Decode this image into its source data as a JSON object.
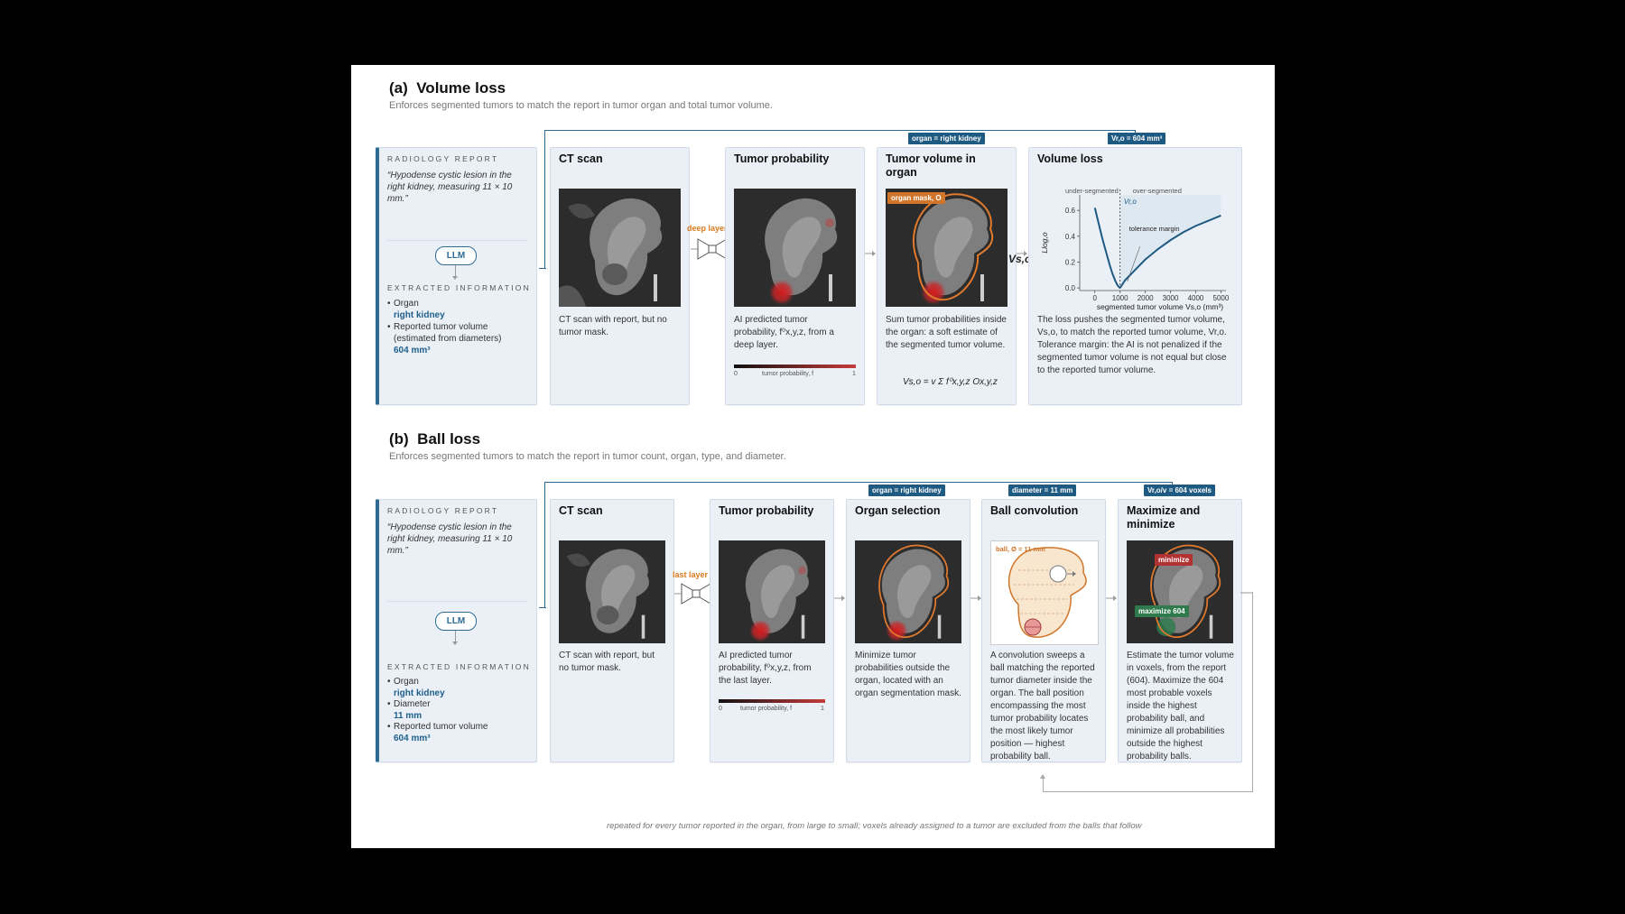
{
  "a": {
    "label": "(a)",
    "title": "Volume loss",
    "subtitle": "Enforces segmented tumors to match the report in tumor organ and total tumor volume.",
    "report": {
      "kicker": "RADIOLOGY REPORT",
      "quote": "“Hypodense cystic lesion in the right kidney, measuring 11 × 10 mm.”",
      "llm": "LLM",
      "extracted_kicker": "EXTRACTED INFORMATION",
      "organ_label": "Organ",
      "organ_value": "right kidney",
      "volume_label": "Reported tumor volume",
      "volume_note": "(estimated from diameters)",
      "volume_value": "604 mm³"
    },
    "ct": {
      "title": "CT scan",
      "desc": "CT scan with report, but no tumor mask."
    },
    "layer": "deep layer",
    "prob": {
      "title": "Tumor probability",
      "desc1": "AI predicted tumor",
      "desc2": "probability, f⁰x,y,z, from a",
      "desc3": "deep layer.",
      "cbar_min": "0",
      "cbar_label": "tumor probability, f",
      "cbar_max": "1"
    },
    "organ_vol": {
      "title1": "Tumor volume in",
      "title2": "organ",
      "mask_tag": "organ mask, O",
      "desc": "Sum tumor probabilities inside the organ: a soft estimate of the segmented tumor volume.",
      "formula": "Vs,o = v Σ f⁰x,y,z Ox,y,z",
      "vso": "Vs,o"
    },
    "vloss": {
      "title": "Volume loss",
      "desc": "The loss pushes the segmented tumor volume, Vs,o, to match the reported tumor volume, Vr,o. Tolerance margin: the AI is not penalized if the segmented tumor volume is not equal but close to the reported tumor volume."
    },
    "tags": {
      "organ": "organ = right kidney",
      "volume": "Vr,o = 604 mm³"
    }
  },
  "b": {
    "label": "(b)",
    "title": "Ball loss",
    "subtitle": "Enforces segmented tumors to match the report in tumor count, organ, type, and diameter.",
    "report": {
      "kicker": "RADIOLOGY REPORT",
      "quote": "“Hypodense cystic lesion in the right kidney, measuring 11 × 10 mm.”",
      "llm": "LLM",
      "extracted_kicker": "EXTRACTED INFORMATION",
      "organ_label": "Organ",
      "organ_value": "right kidney",
      "diam_label": "Diameter",
      "diam_value": "11 mm",
      "volume_label": "Reported tumor volume",
      "volume_value": "604 mm³"
    },
    "ct": {
      "title": "CT scan",
      "desc": "CT scan with report, but no tumor mask."
    },
    "layer": "last layer",
    "prob": {
      "title": "Tumor probability",
      "desc1": "AI predicted tumor",
      "desc2": "probability, f⁰x,y,z, from",
      "desc3": "the last layer.",
      "cbar_min": "0",
      "cbar_label": "tumor probability, f",
      "cbar_max": "1"
    },
    "organ_sel": {
      "title": "Organ selection",
      "desc": "Minimize tumor probabilities outside the organ, located with an organ segmentation mask."
    },
    "ball": {
      "title": "Ball convolution",
      "ball_tag": "ball, Ø = 11 mm",
      "desc": "A convolution sweeps a ball matching the reported tumor diameter inside the organ. The ball position encompassing the most tumor probability locates the most likely tumor position — highest probability ball."
    },
    "maxmin": {
      "title1": "Maximize and",
      "title2": "minimize",
      "minimize": "minimize",
      "maximize": "maximize 604",
      "desc": "Estimate the tumor volume in voxels, from the report (604). Maximize the 604 most probable voxels inside the highest probability ball, and minimize all probabilities outside the highest probability balls."
    },
    "tags": {
      "organ": "organ = right kidney",
      "diameter": "diameter = 11 mm",
      "voxels": "Vr,o/v = 604 voxels"
    },
    "footnote": "repeated for every tumor reported in the organ, from large to small; voxels already assigned to a tumor are excluded from the balls that follow"
  },
  "chart_data": {
    "type": "line",
    "title": "",
    "xlabel": "segmented tumor volume  Vs,o  (mm³)",
    "ylabel": "Llog,o",
    "xlim": [
      -600,
      5200
    ],
    "ylim": [
      -0.02,
      0.72
    ],
    "x_ticks": [
      0,
      1000,
      2000,
      3000,
      4000,
      5000
    ],
    "y_ticks": [
      0.0,
      0.2,
      0.4,
      0.6
    ],
    "reference_x": 1000,
    "annotations": {
      "under": "under-segmented",
      "over": "over-segmented",
      "ref": "Vr,o",
      "tol": "tolerance margin"
    },
    "series": [
      {
        "x": [
          0,
          100,
          200,
          300,
          400,
          500,
          600,
          700,
          800,
          900,
          1000
        ],
        "y": [
          0.62,
          0.54,
          0.46,
          0.38,
          0.31,
          0.24,
          0.17,
          0.11,
          0.06,
          0.02,
          0.0
        ]
      },
      {
        "x": [
          1000,
          1200,
          1500,
          2000,
          2500,
          3000,
          3500,
          4000,
          4500,
          5000
        ],
        "y": [
          0.0,
          0.06,
          0.12,
          0.22,
          0.3,
          0.37,
          0.43,
          0.48,
          0.52,
          0.56
        ]
      }
    ]
  }
}
